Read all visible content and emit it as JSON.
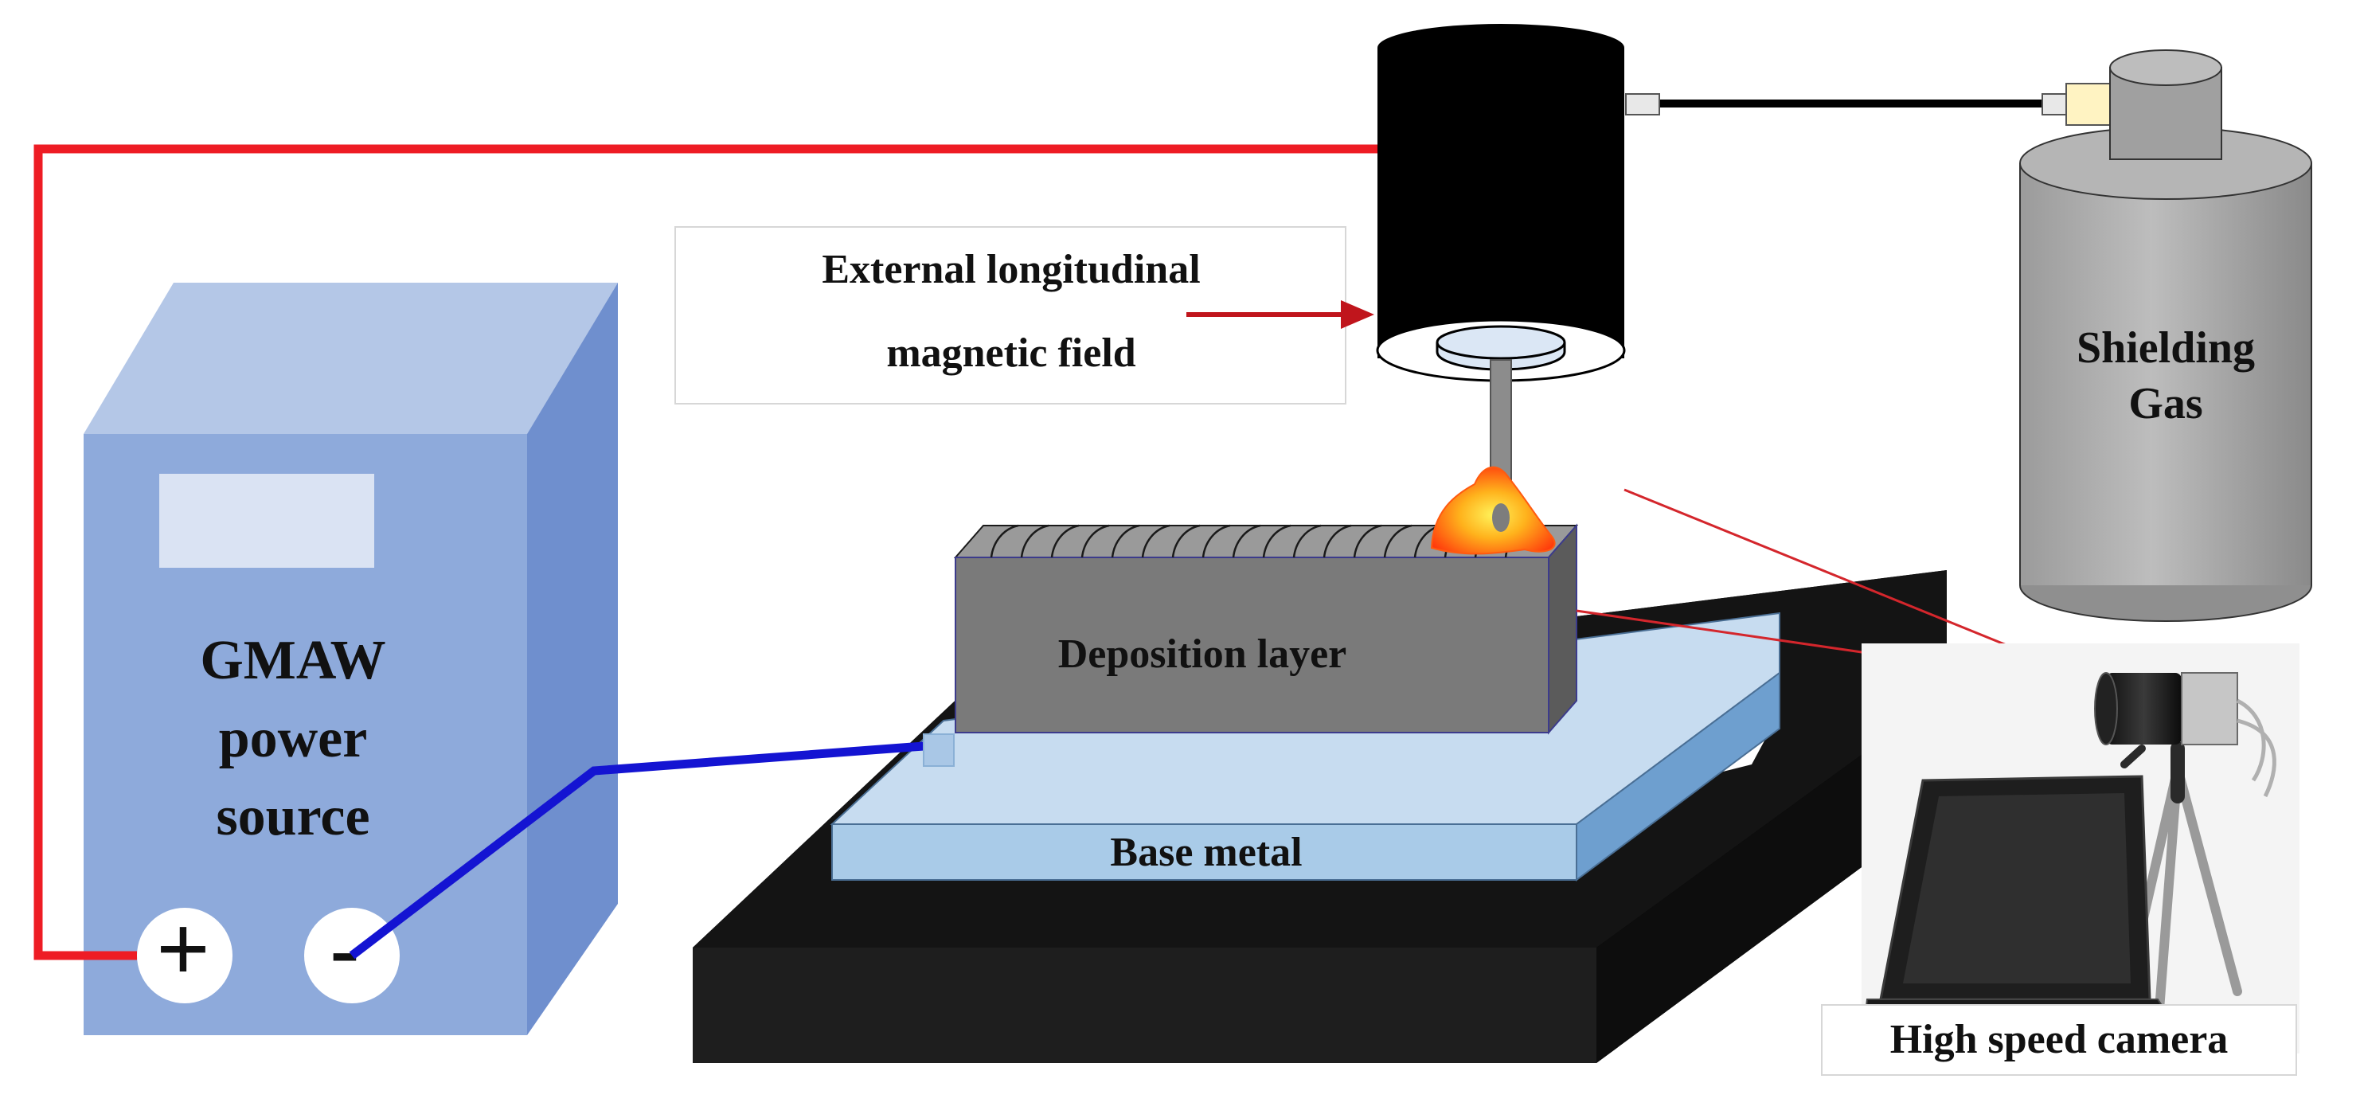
{
  "labels": {
    "power_source": [
      "GMAW",
      "power",
      "source"
    ],
    "positive": "+",
    "negative": "-",
    "magnetic_field": [
      "External longitudinal",
      "magnetic field"
    ],
    "deposition_layer": "Deposition layer",
    "base_metal": "Base metal",
    "shielding_gas": [
      "Shielding",
      "Gas"
    ],
    "camera": "High speed camera"
  },
  "colors": {
    "positive_cable": "#ee1c24",
    "negative_cable": "#1414d2",
    "field_arrow": "#c0151c",
    "camera_sight_line": "#d4262c",
    "power_source_front": "#8eaadb",
    "deposition_layer": "#7a7a7a",
    "base_metal": "#a9cbe8",
    "workbench": "#111111",
    "gas_cylinder": "#a6a6a6",
    "torch": "#000000"
  }
}
